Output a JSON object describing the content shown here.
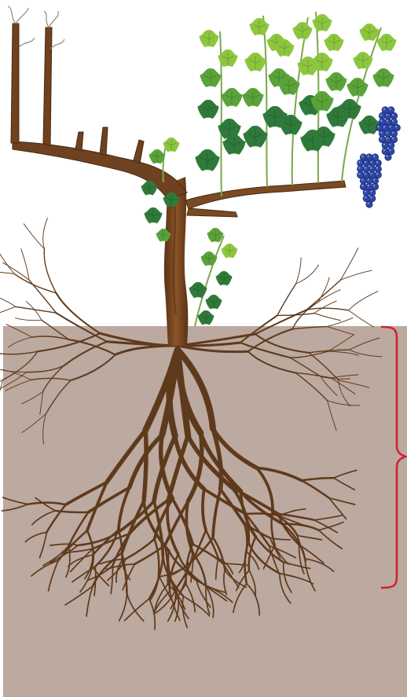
{
  "diagram": {
    "colors": {
      "soil": "#bca9a0",
      "trunk": "#7a4a22",
      "trunk_dark": "#5a3214",
      "root": "#5e3a1c",
      "leaf_light": "#8cc63f",
      "leaf_mid": "#5aa33a",
      "leaf_dark": "#2f7a3a",
      "tendril": "#7aa84a",
      "grape": "#2f48a8",
      "grape_dark": "#1e2e78",
      "bracket": "#d0202e"
    },
    "parts": [
      "vine-trunk",
      "old-cordon",
      "fruiting-cane",
      "leaves",
      "grape-cluster",
      "root-system",
      "soil",
      "root-zone-bracket"
    ]
  }
}
